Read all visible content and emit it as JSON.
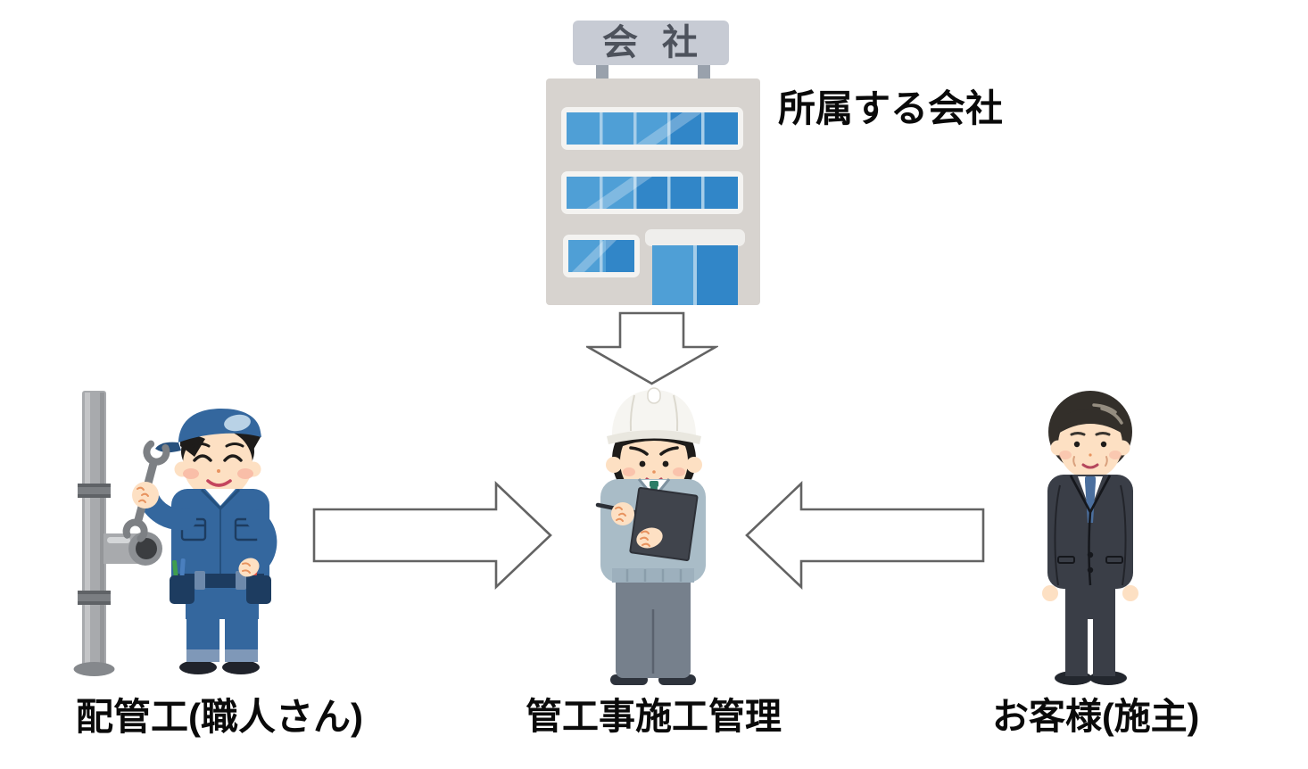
{
  "diagram": {
    "nodes": {
      "company": {
        "id": "company",
        "label": "所属する会社",
        "sign_text": "会社",
        "illustration": "office-building"
      },
      "plumber": {
        "id": "plumber",
        "label": "配管工(職人さん)",
        "illustration": "plumber-with-wrench-and-pipe"
      },
      "manager": {
        "id": "manager",
        "label": "管工事施工管理",
        "illustration": "site-manager-with-helmet-and-clipboard"
      },
      "customer": {
        "id": "customer",
        "label": "お客様(施主)",
        "illustration": "customer-in-suit"
      }
    },
    "arrows": [
      {
        "id": "company-to-manager",
        "from": "company",
        "to": "manager",
        "direction": "down",
        "style": "outline-block-arrow"
      },
      {
        "id": "plumber-to-manager",
        "from": "plumber",
        "to": "manager",
        "direction": "right",
        "style": "outline-block-arrow"
      },
      {
        "id": "customer-to-manager",
        "from": "customer",
        "to": "manager",
        "direction": "left",
        "style": "outline-block-arrow"
      }
    ],
    "colors": {
      "label_text": "#0a0a0a",
      "arrow_fill": "#ffffff",
      "arrow_stroke": "#636363",
      "building_wall": "#d7d3cf",
      "building_sign": "#c7cbd4",
      "building_sign_text": "#4d525c",
      "window_frame": "#f4f3f1",
      "window_blue": "#4f9fd6",
      "window_blue_dark": "#3186c8",
      "window_divider": "#a5cde9",
      "awning": "#efeeec",
      "pipe_gray": "#a8aaad",
      "pipe_dark": "#7b7e82",
      "wrench_gray": "#7d8084",
      "plumber_blue": "#34679e",
      "plumber_blue_dark": "#27517e",
      "plumber_belt": "#1d3c60",
      "manager_jacket": "#a9bcc7",
      "manager_jacket_line": "#7e92a0",
      "manager_pants": "#76808c",
      "manager_helmet": "#f6f5f1",
      "manager_tie": "#2e7d66",
      "clipboard": "#40444c",
      "customer_suit": "#3a3e47",
      "customer_suit_line": "#15171c",
      "customer_tie": "#4b6f9e",
      "customer_hair": "#332f2a",
      "hair_black": "#1e1c1a",
      "skin": "#fde0c3",
      "cheek": "#f8b7a3",
      "mouth": "#b5485d",
      "knuckle": "#e8935f",
      "shoe_dark": "#20232b"
    }
  }
}
